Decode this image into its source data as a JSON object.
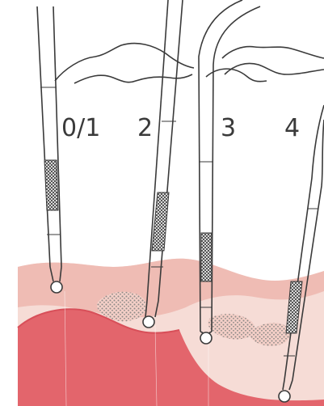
{
  "stage_labels": [
    "0/1",
    "2",
    "3",
    "4"
  ],
  "colors": {
    "background": "#ffffff",
    "outline": "#3a3a3a",
    "tissue_light": "#f6dcd6",
    "tissue_mid": "#efbcb4",
    "tissue_dark": "#e3656c",
    "tissue_dark_edge": "#d84f59",
    "calculus": "#8e8a87"
  },
  "icons": [
    "periodontal-probe-icon"
  ]
}
